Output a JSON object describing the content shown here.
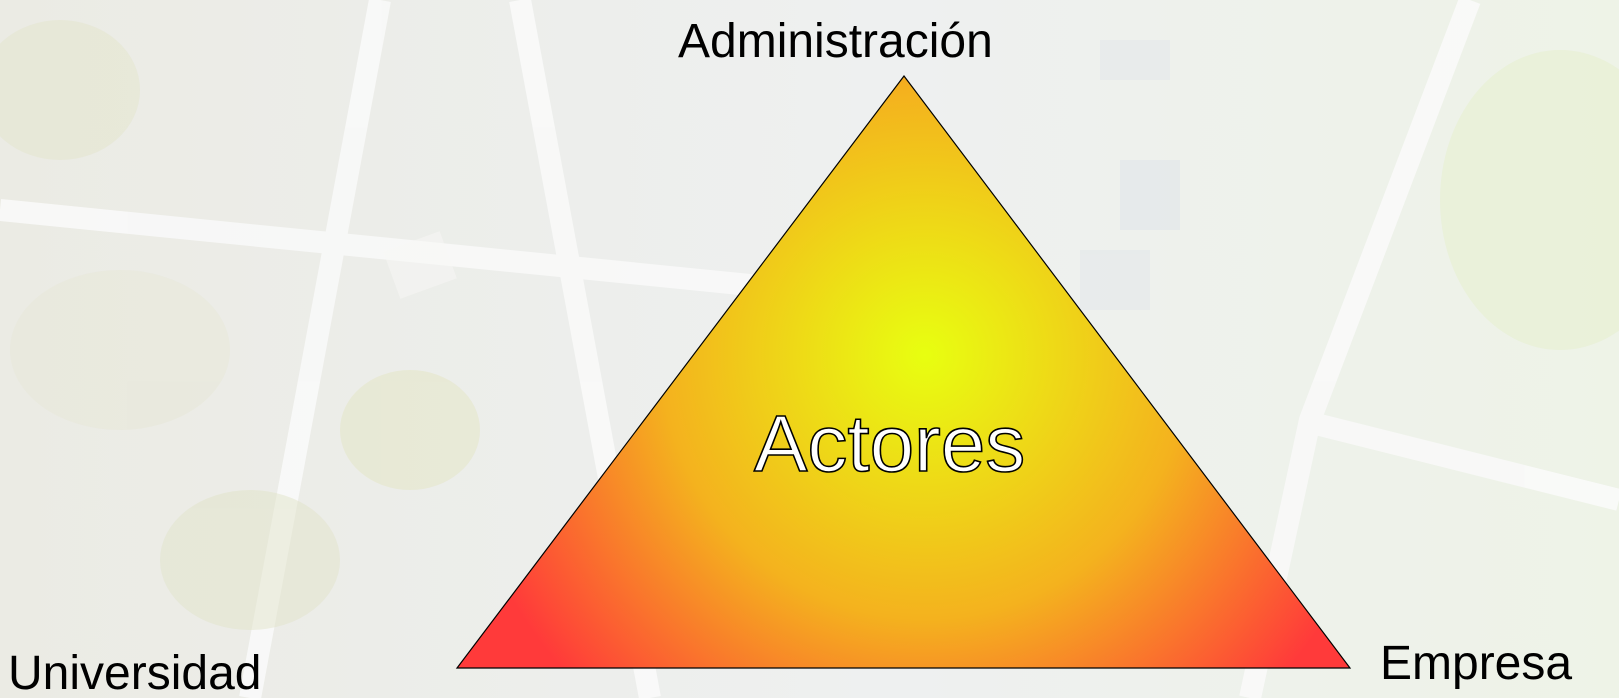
{
  "diagram": {
    "vertices": {
      "top": "Administración",
      "bottom_left": "Universidad",
      "bottom_right": "Empresa"
    },
    "center": "Actores"
  },
  "colors": {
    "triangle_center": "#e8ff10",
    "triangle_mid": "#f4b21e",
    "triangle_edge": "#ff3a3a",
    "outline": "#000000"
  }
}
